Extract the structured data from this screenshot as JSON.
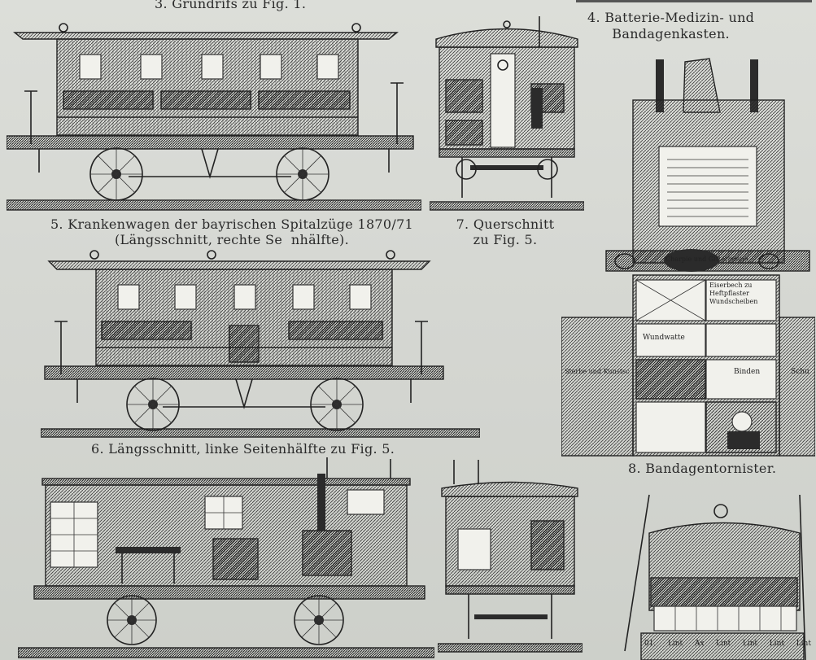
{
  "captions": {
    "fig3": "3. Grundrifs zu Fig. 1.",
    "fig4": "4. Batterie-Medizin- und\nBandagenkasten.",
    "fig5": "5. Krankenwagen der bayrischen Spitalzüge 1870/71\n(Längsschnitt, rechte Se  nhälfte).",
    "fig7": "7. Querschnitt\nzu Fig. 5.",
    "fig6": "6. Längsschnitt, linke Seitenhälfte zu Fig. 5.",
    "fig8": "8. Bandagentornister."
  },
  "box_labels": {
    "fig4_charnier_top": "Charpie und Gitterlemne",
    "fig4_heftpflaster": "Eiserbech zu\nHeftpflaster\nWundscheiben",
    "fig4_wundwatte": "Wundwatte",
    "fig4_binden": "Binden",
    "fig4_left": "Sterbe und Kunstscheiben",
    "fig4_right": "Schu"
  },
  "tornister_labels": [
    "01.",
    "Lint",
    "Ax",
    "Lint",
    "Lint",
    "Lint",
    "Lint"
  ]
}
